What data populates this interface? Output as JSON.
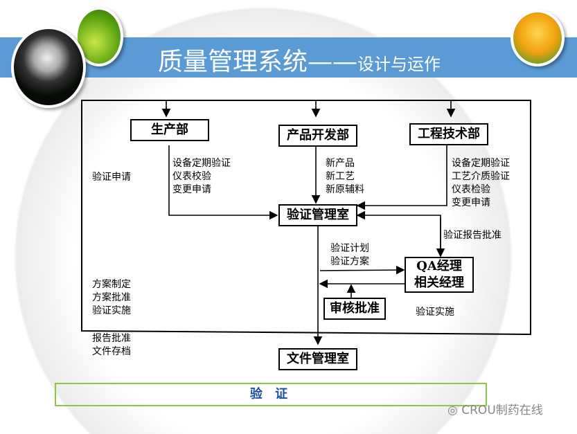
{
  "title": {
    "main": "质量管理系统——",
    "sub": "设计与运作"
  },
  "boxes": {
    "production": "生产部",
    "product_dev": "产品开发部",
    "engineering": "工程技术部",
    "validation_office": "验证管理室",
    "qa_manager_line1": "QA经理",
    "qa_manager_line2": "相关经理",
    "review_approve": "审核批准",
    "doc_office": "文件管理室"
  },
  "labels": {
    "validation_request": "验证申请",
    "production_items": "设备定期验证\n仪表校验\n变更申请",
    "product_dev_items": "新产品\n新工艺\n新原辅料",
    "engineering_items": "设备定期验证\n工艺介质验证\n仪表检验\n变更申请",
    "report_approval": "验证报告批准",
    "plan_items": "验证计划\n验证方案",
    "scheme_items": "方案制定\n方案批准\n验证实施",
    "validation_exec": "验证实施",
    "archive_items": "报告批准\n文件存档"
  },
  "footer": {
    "verify": "验 证",
    "watermark": "CROU制药在线"
  },
  "colors": {
    "band": "#5b9bd5",
    "footer_border": "#8dc63f",
    "footer_text": "#1f4e9e"
  }
}
